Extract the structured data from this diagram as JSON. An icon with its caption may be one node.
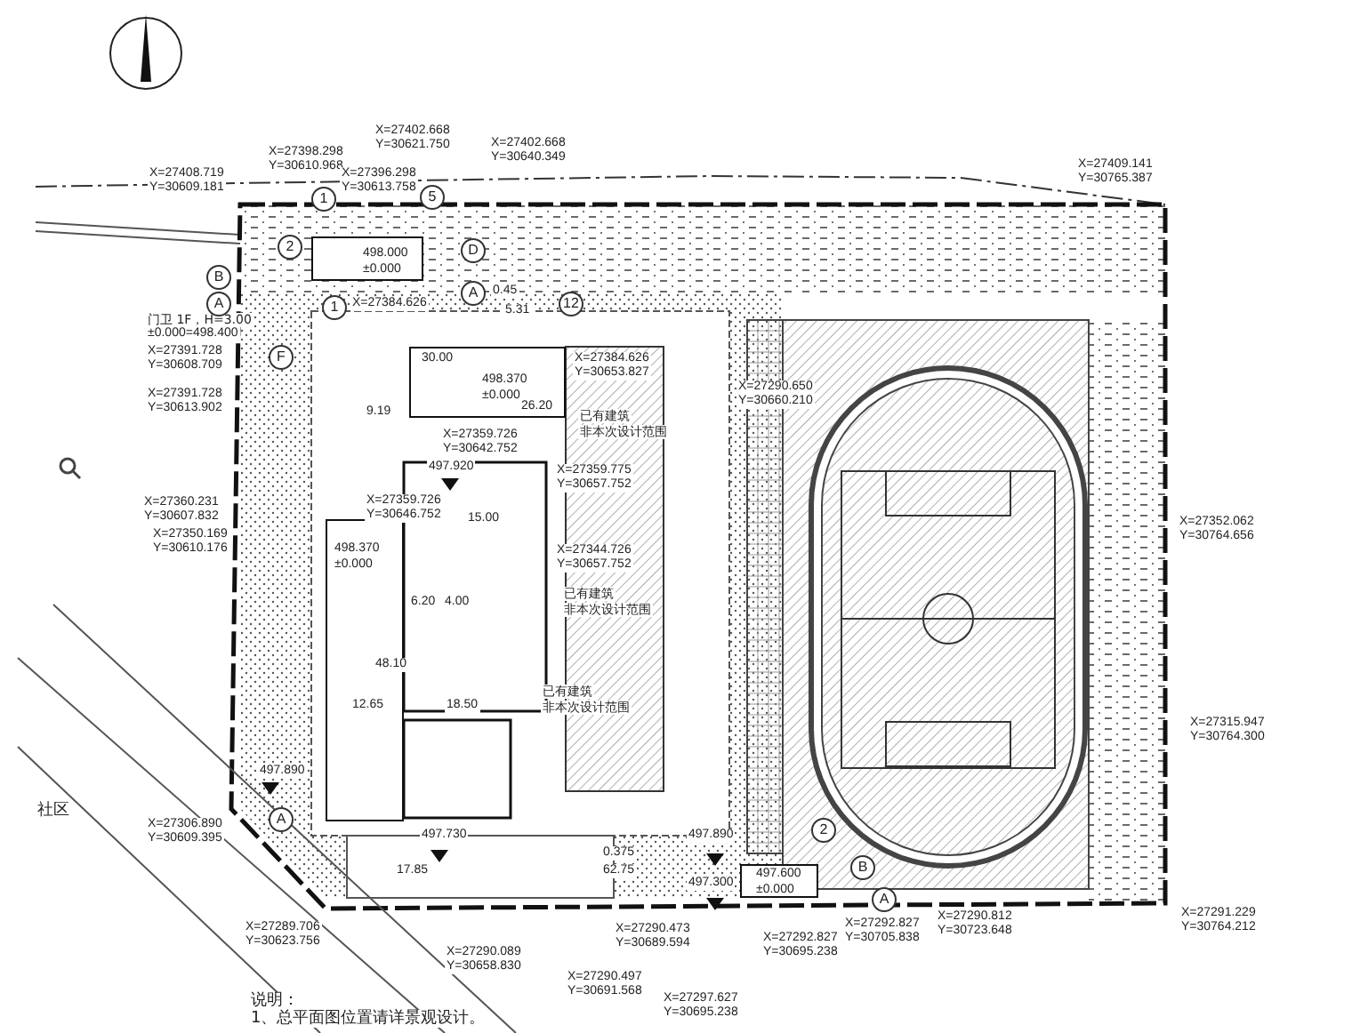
{
  "diagram": {
    "nodes": [
      {
        "text": [
          "498.000",
          "±0.000"
        ]
      },
      {
        "text": [
          "498.370",
          "±0.000"
        ]
      },
      {
        "text": [
          "498.370",
          "±0.000"
        ]
      },
      {
        "text": [
          "497.600",
          "±0.000"
        ]
      }
    ],
    "labels": [
      "X=27408.719",
      "Y=30609.181",
      "X=27398.298",
      "Y=30610.968",
      "X=27402.668",
      "Y=30621.750",
      "X=27396.298",
      "Y=30613.758",
      "X=27402.668",
      "Y=30640.349",
      "X=27409.141",
      "Y=30765.387",
      "门卫 1F，H=3.00",
      "±0.000=498.400",
      "X=27391.728",
      "Y=30608.709",
      "X=27391.728",
      "Y=30613.902",
      "X=27384.626",
      "X=27384.626",
      "Y=30653.827",
      "X=27359.726",
      "Y=30642.752",
      "X=27359.775",
      "Y=30657.752",
      "X=27360.231",
      "Y=30607.832",
      "X=27350.169",
      "Y=30610.176",
      "X=27359.726",
      "Y=30646.752",
      "X=27344.726",
      "Y=30657.752",
      "X=27306.890",
      "Y=30609.395",
      "X=27289.706",
      "Y=30623.756",
      "X=27290.089",
      "Y=30658.830",
      "X=27290.473",
      "Y=30689.594",
      "X=27290.497",
      "Y=30691.568",
      "X=27297.627",
      "Y=30695.238",
      "X=27292.827",
      "Y=30695.238",
      "X=27292.827",
      "Y=30705.838",
      "X=27290.812",
      "Y=30723.648",
      "X=27291.229",
      "Y=30764.212",
      "X=27315.947",
      "Y=30764.300",
      "X=27352.062",
      "Y=30764.656",
      "X=27290.650",
      "Y=30660.210",
      "497.920",
      "497.890",
      "497.730",
      "497.300",
      "497.890",
      "0.45",
      "5.31",
      "9.19",
      "26.20",
      "30.00",
      "15.00",
      "6.20",
      "4.00",
      "48.10",
      "12.65",
      "18.50",
      "17.85",
      "0.375",
      "62.75",
      "B",
      "A",
      "1",
      "5",
      "2",
      "D",
      "A",
      "1",
      "12",
      "F",
      "A",
      "2",
      "B",
      "A",
      "已有建筑",
      "非本次设计范围",
      "已有建筑",
      "非本次设计范围",
      "已有建筑",
      "非本次设计范围",
      "社区",
      "说明：",
      "1、总平面图位置请详景观设计。"
    ]
  }
}
